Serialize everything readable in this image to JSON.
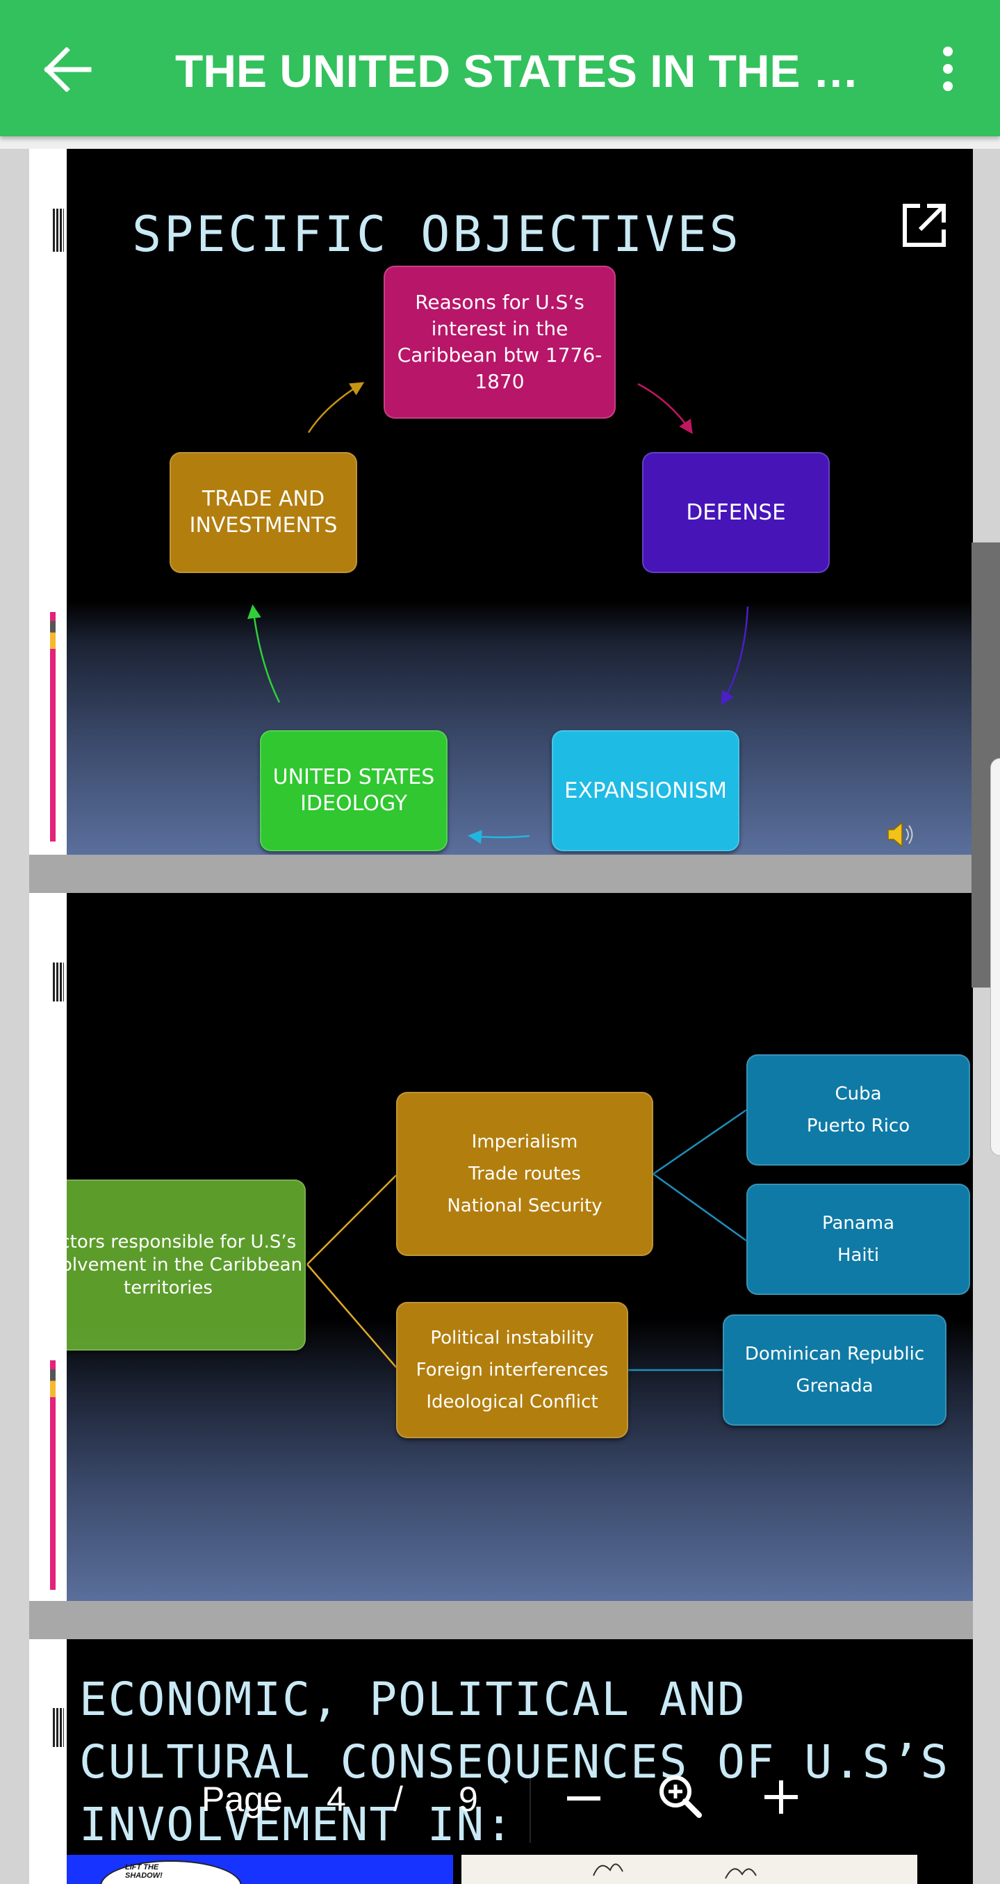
{
  "header": {
    "title": "THE UNITED STATES IN THE C...",
    "color": "#32c15c"
  },
  "slide1": {
    "title": "SPECIFIC OBJECTIVES",
    "center": "Reasons for  U.S’s\ninterest in the\nCaribbean btw 1776-\n1870",
    "defense": "DEFENSE",
    "expansionism": "EXPANSIONISM",
    "ideology": "UNITED STATES\nIDEOLOGY",
    "trade": "TRADE AND\nINVESTMENTS",
    "icons": [
      "open-external-icon",
      "speaker-icon"
    ]
  },
  "slide2": {
    "factors": "Factors responsible for U.S’s\ninvolvement in the Caribbean\nterritories",
    "group1": "Imperialism\nTrade routes\nNational Security",
    "group2": "Political instability\nForeign interferences\nIdeological  Conflict",
    "countries1": "Cuba\nPuerto Rico",
    "countries2": "Panama\nHaiti",
    "countries3": "Dominican Republic\nGrenada"
  },
  "slide3": {
    "title": "ECONOMIC, POLITICAL AND\nCULTURAL CONSEQUENCES OF U.S’S\nINVOLVEMENT IN:",
    "comic_text": "LIFT THE\nSHADOW!"
  },
  "pager": {
    "label": "Page",
    "current": "4",
    "separator": "/",
    "total": "9"
  }
}
